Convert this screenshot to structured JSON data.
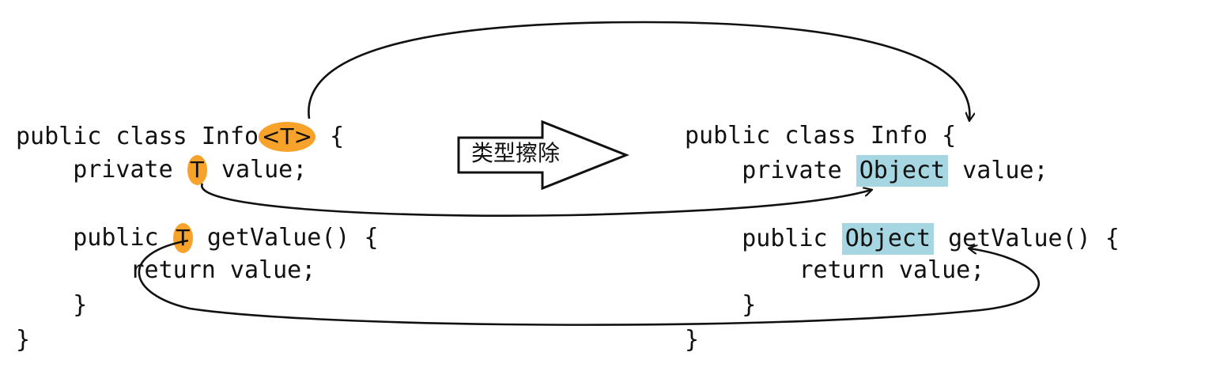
{
  "arrow_label": "类型擦除",
  "colors": {
    "type_param_highlight": "#f7a22a",
    "erased_type_highlight": "#a6d6e1",
    "text": "#111111",
    "stroke": "#111111"
  },
  "left_code": {
    "line1_prefix": "public class Info",
    "line1_param": "<T>",
    "line1_suffix": " {",
    "line2_prefix": "    private ",
    "line2_param": "T",
    "line2_suffix": " value;",
    "line3_prefix": "    public ",
    "line3_param": "T",
    "line3_suffix": " getValue() {",
    "line4": "        return value;",
    "line5": "    }",
    "line6": "}"
  },
  "right_code": {
    "line1": "public class Info {",
    "line2_prefix": "    private ",
    "line2_type": "Object",
    "line2_suffix": " value;",
    "line3_prefix": "    public ",
    "line3_type": "Object",
    "line3_suffix": " getValue() {",
    "line4": "        return value;",
    "line5": "    }",
    "line6": "}"
  }
}
